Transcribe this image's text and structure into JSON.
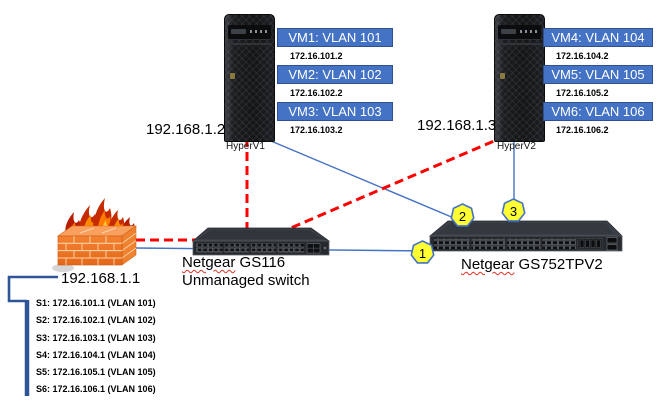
{
  "servers": [
    {
      "host": "HyperV1",
      "mgmt_ip": "192.168.1.2",
      "vms": [
        {
          "label": "VM1: VLAN 101",
          "ip": "172.16.101.2"
        },
        {
          "label": "VM2: VLAN 102",
          "ip": "172.16.102.2"
        },
        {
          "label": "VM3: VLAN 103",
          "ip": "172.16.103.2"
        }
      ]
    },
    {
      "host": "HyperV2",
      "mgmt_ip": "192.168.1.3",
      "vms": [
        {
          "label": "VM4: VLAN 104",
          "ip": "172.16.104.2"
        },
        {
          "label": "VM5: VLAN 105",
          "ip": "172.16.105.2"
        },
        {
          "label": "VM6: VLAN 106",
          "ip": "172.16.106.2"
        }
      ]
    }
  ],
  "firewall": {
    "ip": "192.168.1.1",
    "subinterfaces": [
      "S1: 172.16.101.1 (VLAN 101)",
      "S2: 172.16.102.1 (VLAN 102)",
      "S3: 172.16.103.1 (VLAN 103)",
      "S4: 172.16.104.1 (VLAN 104)",
      "S5: 172.16.105.1 (VLAN 105)",
      "S6: 172.16.106.1 (VLAN 106)"
    ]
  },
  "switches": [
    {
      "brand": "Netgear",
      "model": " GS116",
      "subtitle": "Unmanaged switch"
    },
    {
      "brand": "Netgear",
      "model": " GS752TPV2"
    }
  ],
  "link_badges": [
    "1",
    "2",
    "3"
  ],
  "colors": {
    "vm_box": "#4472C4",
    "link_blue": "#4472C4",
    "link_red": "#FF0000",
    "badge_fill": "#FFFF33",
    "badge_border": "#4472C4",
    "bracket_blue": "#2E5597",
    "brick_orange": "#ED7D31"
  }
}
